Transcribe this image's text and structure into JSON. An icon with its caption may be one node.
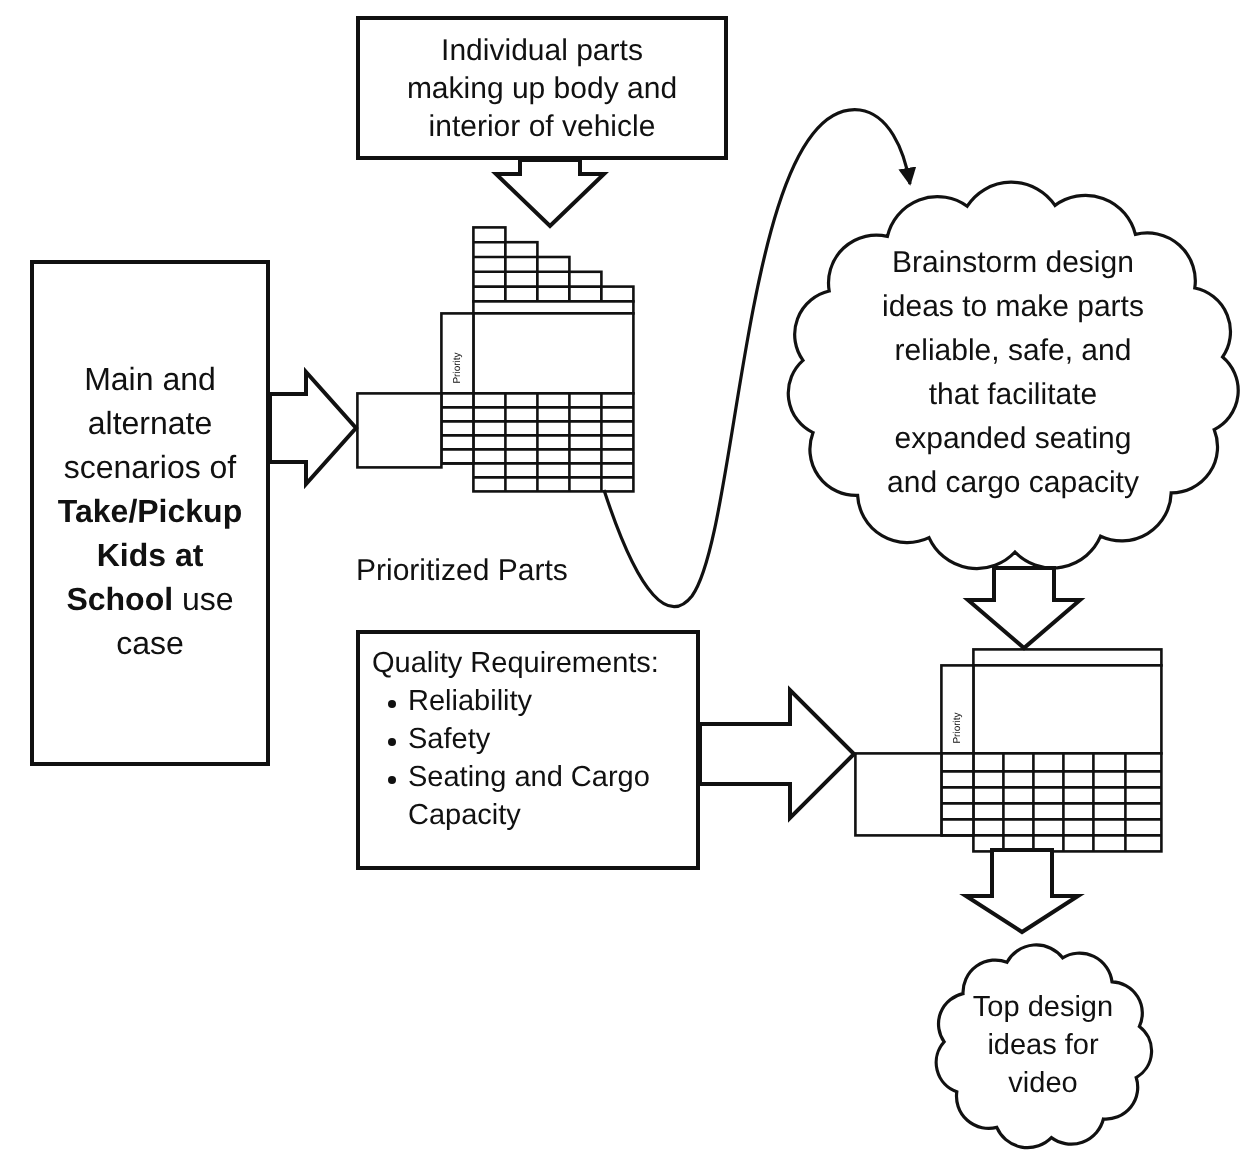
{
  "diagram": {
    "nodes": [
      {
        "text": [
          "Individual parts making up body and interior of vehicle"
        ]
      },
      {
        "text": [
          "Main and alternate scenarios of **Take/Pickup Kids at School** use case"
        ]
      },
      {
        "text": [
          "Priority"
        ],
        "beside": [
          "Prioritized Parts"
        ]
      },
      {
        "text": [
          "Brainstorm design ideas to make parts reliable, safe, and that facilitate expanded seating and cargo capacity"
        ]
      },
      {
        "text": [
          "Quality Requirements:",
          "Reliability",
          "Safety",
          "Seating and Cargo Capacity"
        ]
      },
      {
        "text": [
          "Priority"
        ]
      },
      {
        "text": [
          "Top design ideas for video"
        ]
      }
    ],
    "edges": [
      {
        "from": 0,
        "to": 2,
        "arrow": "to"
      },
      {
        "from": 1,
        "to": 2,
        "arrow": "to"
      },
      {
        "from": 2,
        "to": 3,
        "arrow": "to"
      },
      {
        "from": 3,
        "to": 5,
        "arrow": "to"
      },
      {
        "from": 4,
        "to": 5,
        "arrow": "to"
      },
      {
        "from": 5,
        "to": 6,
        "arrow": "to"
      }
    ]
  }
}
